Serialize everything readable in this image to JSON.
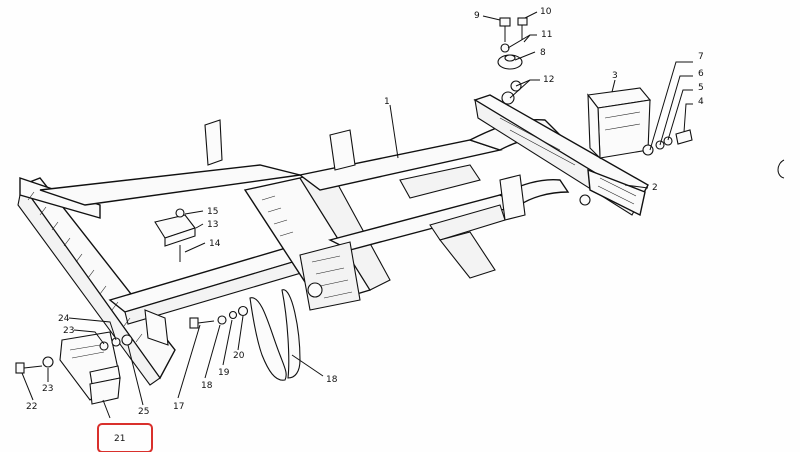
{
  "callouts": [
    {
      "id": "c1",
      "text": "1"
    },
    {
      "id": "c2",
      "text": "2"
    },
    {
      "id": "c3",
      "text": "3"
    },
    {
      "id": "c4",
      "text": "4"
    },
    {
      "id": "c5",
      "text": "5"
    },
    {
      "id": "c6",
      "text": "6"
    },
    {
      "id": "c7",
      "text": "7"
    },
    {
      "id": "c8",
      "text": "8"
    },
    {
      "id": "c9",
      "text": "9"
    },
    {
      "id": "c10",
      "text": "10"
    },
    {
      "id": "c11",
      "text": "11"
    },
    {
      "id": "c12",
      "text": "12"
    },
    {
      "id": "c13",
      "text": "13"
    },
    {
      "id": "c14",
      "text": "14"
    },
    {
      "id": "c15",
      "text": "15"
    },
    {
      "id": "c17",
      "text": "17"
    },
    {
      "id": "c18a",
      "text": "18"
    },
    {
      "id": "c18b",
      "text": "18"
    },
    {
      "id": "c19",
      "text": "19"
    },
    {
      "id": "c20",
      "text": "20"
    },
    {
      "id": "c21",
      "text": "21"
    },
    {
      "id": "c22",
      "text": "22"
    },
    {
      "id": "c23a",
      "text": "23"
    },
    {
      "id": "c23b",
      "text": "23"
    },
    {
      "id": "c24",
      "text": "24"
    },
    {
      "id": "c25",
      "text": "25"
    }
  ],
  "highlight": {
    "target": "21",
    "color": "#d9302c"
  }
}
